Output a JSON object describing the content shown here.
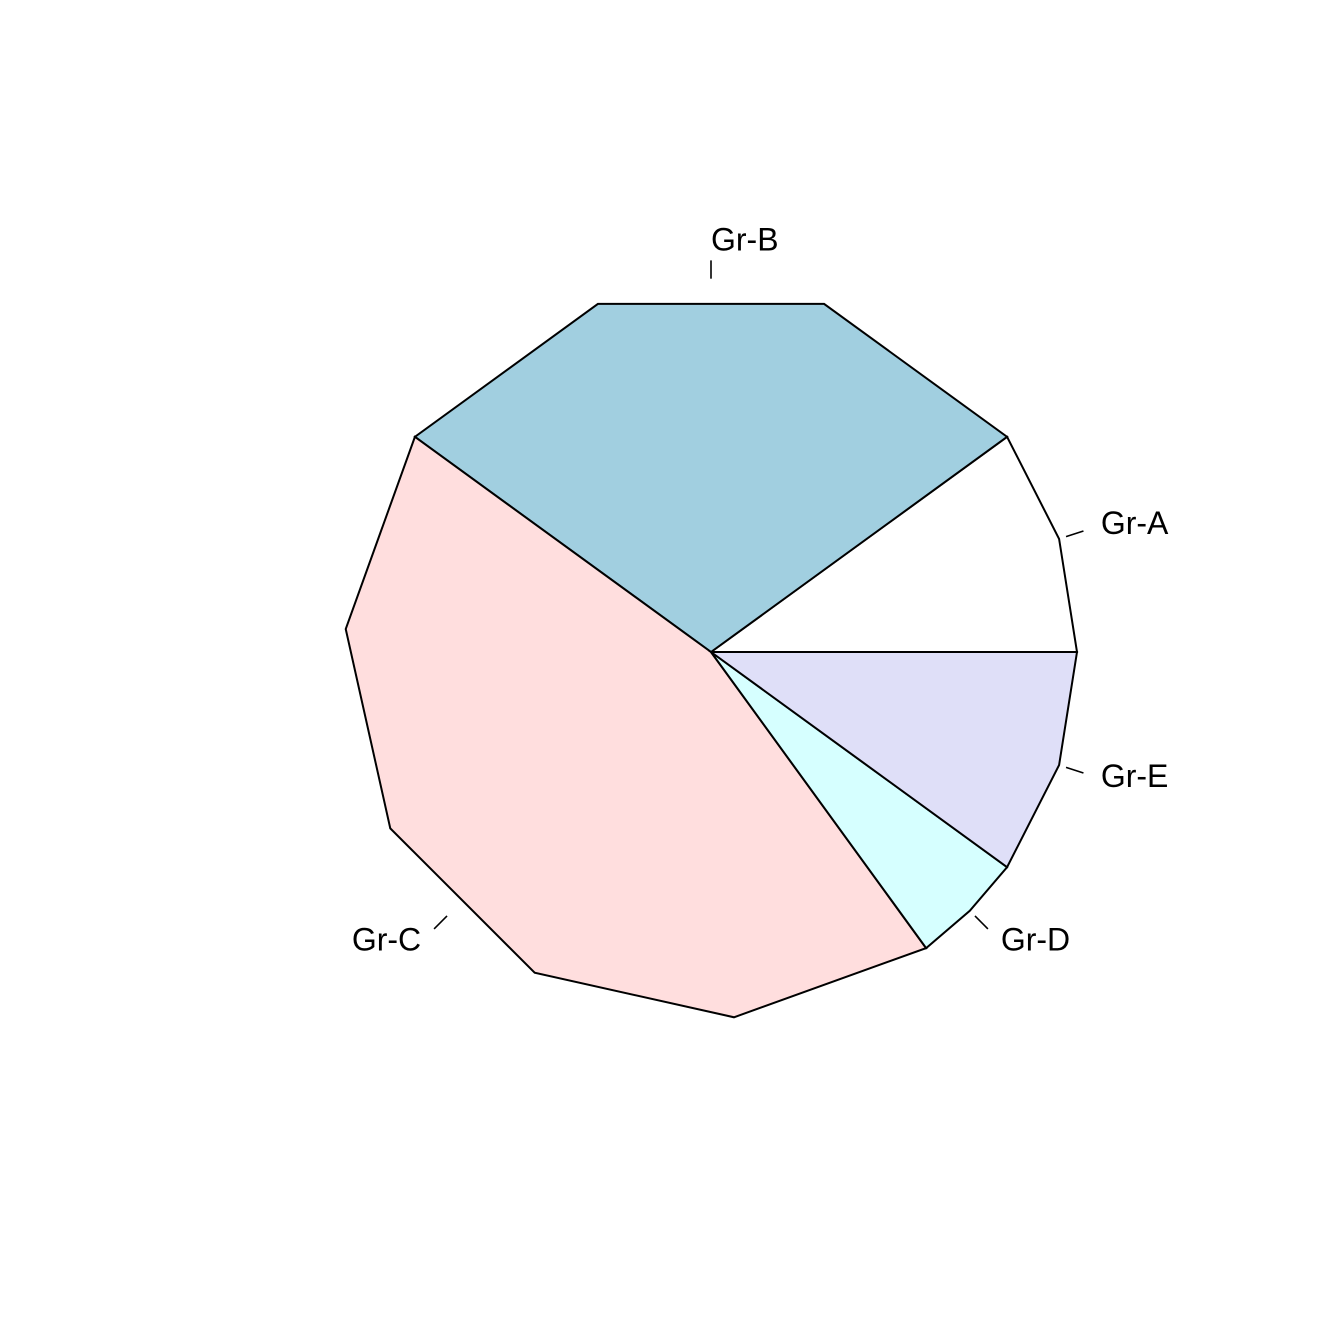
{
  "chart_data": {
    "type": "pie",
    "title": "",
    "labels": [
      "Gr-A",
      "Gr-B",
      "Gr-C",
      "Gr-D",
      "Gr-E"
    ],
    "values": [
      10,
      30,
      45,
      5,
      10
    ],
    "colors": [
      "#FFFFFF",
      "#A1CFE0",
      "#FFDEDE",
      "#D6FFFF",
      "#DFDFF8"
    ],
    "start_angle_deg": 0,
    "direction": "counterclockwise",
    "polygon_edges": 12,
    "legend": "none"
  }
}
